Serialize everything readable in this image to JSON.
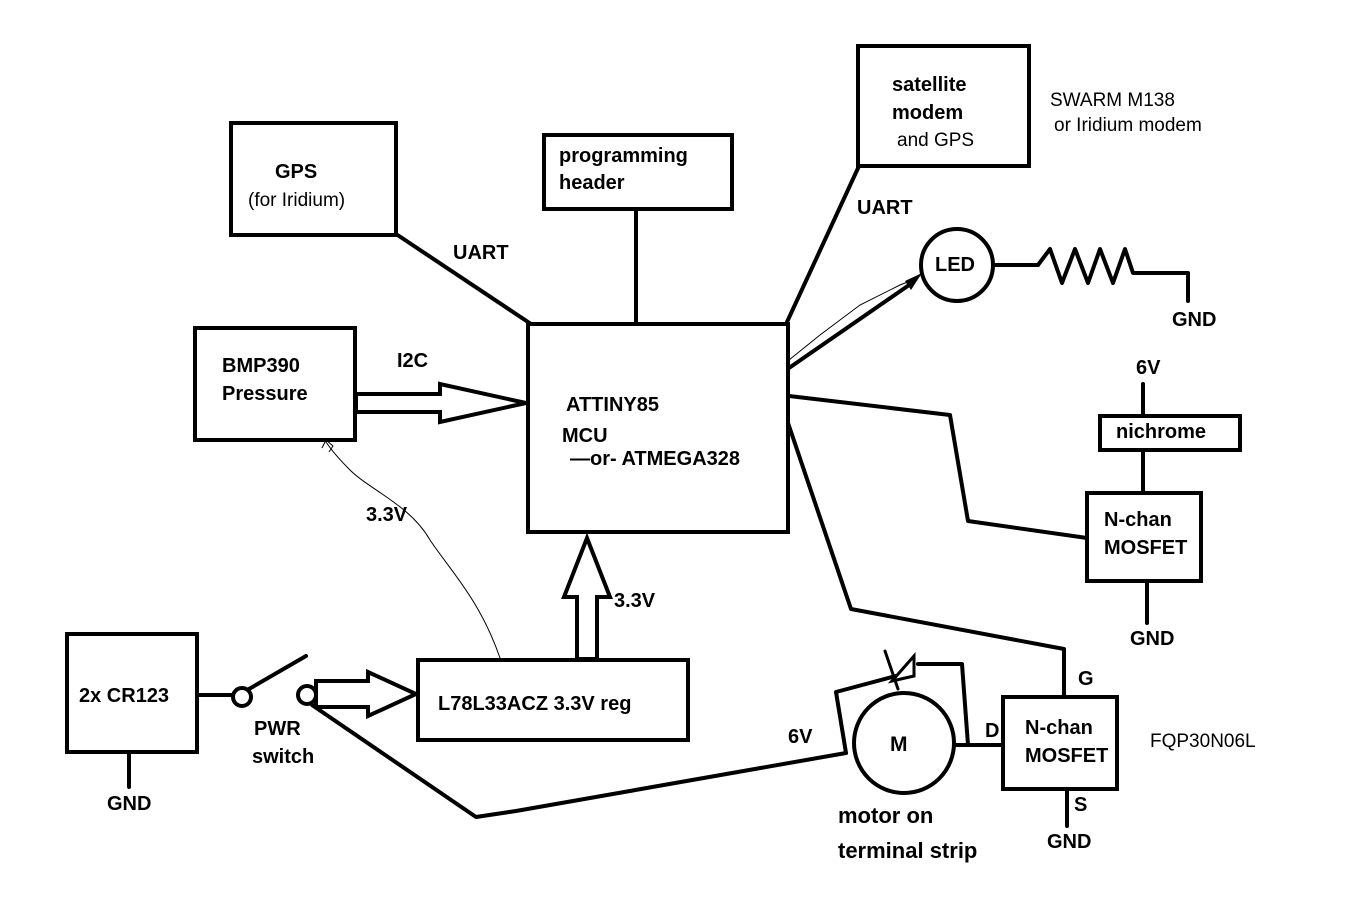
{
  "components": {
    "gps": {
      "line1": "GPS",
      "line2": "(for Iridium)"
    },
    "programming_header": {
      "line1": "programming",
      "line2": "header"
    },
    "satellite_modem": {
      "line1": "satellite",
      "line2": "modem",
      "line3": "and GPS"
    },
    "modem_note": {
      "line1": "SWARM M138",
      "line2": "or Iridium modem"
    },
    "bmp390": {
      "line1": "BMP390",
      "line2": "Pressure"
    },
    "mcu": {
      "line1": "ATTINY85",
      "line2": "MCU",
      "line3": "—or- ATMEGA328"
    },
    "led": "LED",
    "nichrome": "nichrome",
    "mosfet_heater": {
      "line1": "N-chan",
      "line2": "MOSFET"
    },
    "battery": "2x CR123",
    "regulator": "L78L33ACZ 3.3V reg",
    "motor": {
      "symbol": "M",
      "line1": "motor on",
      "line2": "terminal strip"
    },
    "mosfet_motor": {
      "line1": "N-chan",
      "line2": "MOSFET",
      "part": "FQP30N06L"
    },
    "pwr_switch": {
      "line1": "PWR",
      "line2": "switch"
    }
  },
  "labels": {
    "uart_gps": "UART",
    "uart_modem": "UART",
    "i2c": "I2C",
    "v33_sensor": "3.3V",
    "v33_mcu": "3.3V",
    "gnd_led": "GND",
    "v6_heater": "6V",
    "gnd_heater": "GND",
    "gnd_battery": "GND",
    "v6_motor": "6V",
    "gate": "G",
    "drain": "D",
    "source": "S",
    "gnd_motor": "GND"
  }
}
